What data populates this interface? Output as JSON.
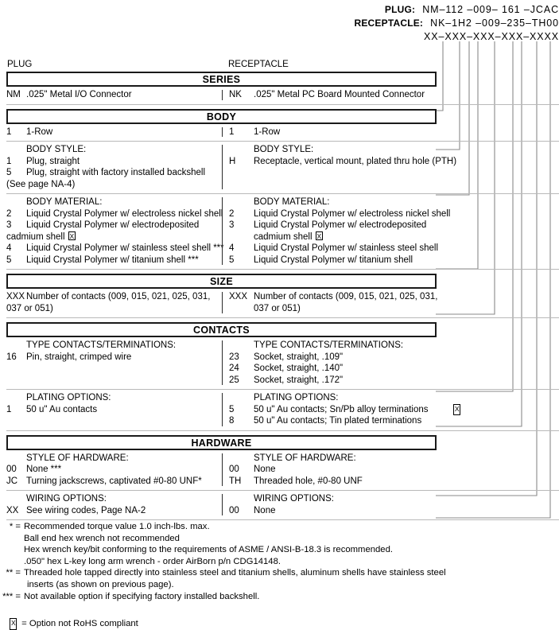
{
  "header": {
    "plug_label": "PLUG:",
    "plug_value": "NM–112 –009– 161 –JCAC",
    "receptacle_label": "RECEPTACLE:",
    "receptacle_value": "NK–1H2 –009–235–TH00",
    "template_value": "XX–XXX–XXX–XXX–XXXX"
  },
  "columns": {
    "plug": "PLUG",
    "receptacle": "RECEPTACLE"
  },
  "sections": {
    "series": {
      "title": "SERIES",
      "plug": {
        "code": "NM",
        "desc": ".025\" Metal I/O Connector"
      },
      "receptacle": {
        "code": "NK",
        "desc": ".025\" Metal PC Board Mounted Connector"
      }
    },
    "body": {
      "title": "BODY",
      "rows": {
        "code": "1",
        "plug_desc": "1-Row",
        "rcode": "1",
        "receptacle_desc": "1-Row"
      },
      "style": {
        "title": "BODY STYLE:",
        "plug_options": [
          {
            "code": "1",
            "desc": "Plug, straight"
          },
          {
            "code": "5",
            "desc": "Plug, straight with factory installed backshell"
          }
        ],
        "plug_continued": "(See page NA-4)",
        "receptacle_options": [
          {
            "code": "H",
            "desc": "Receptacle, vertical mount, plated thru hole (PTH)"
          }
        ]
      },
      "material": {
        "title": "BODY MATERIAL:",
        "plug_options": [
          {
            "code": "2",
            "desc": "Liquid Crystal Polymer w/ electroless nickel shell",
            "rohs": false
          },
          {
            "code": "3",
            "desc": "Liquid Crystal Polymer w/ electrodeposited",
            "cont": "cadmium shell",
            "rohs": true
          },
          {
            "code": "4",
            "desc": "Liquid Crystal Polymer w/ stainless steel shell ***",
            "rohs": false
          },
          {
            "code": "5",
            "desc": "Liquid Crystal Polymer w/ titanium shell ***",
            "rohs": false
          }
        ],
        "receptacle_options": [
          {
            "code": "2",
            "desc": "Liquid Crystal Polymer w/ electroless nickel shell",
            "rohs": false
          },
          {
            "code": "3",
            "desc": "Liquid Crystal Polymer w/ electrodeposited",
            "cont": "cadmium shell",
            "rohs": true
          },
          {
            "code": "4",
            "desc": "Liquid Crystal Polymer w/ stainless steel shell",
            "rohs": false
          },
          {
            "code": "5",
            "desc": "Liquid Crystal Polymer w/ titanium shell",
            "rohs": false
          }
        ]
      }
    },
    "size": {
      "title": "SIZE",
      "plug": {
        "code": "XXX",
        "desc": "Number of contacts (009, 015, 021, 025, 031,",
        "cont": "037 or 051)"
      },
      "receptacle": {
        "code": "XXX",
        "desc": "Number of contacts (009, 015, 021, 025, 031,",
        "cont": "037 or 051)"
      }
    },
    "contacts": {
      "title": "CONTACTS",
      "type": {
        "title": "TYPE CONTACTS/TERMINATIONS:",
        "plug_options": [
          {
            "code": "16",
            "desc": "Pin, straight, crimped wire"
          }
        ],
        "receptacle_options": [
          {
            "code": "23",
            "desc": "Socket, straight, .109\""
          },
          {
            "code": "24",
            "desc": "Socket, straight, .140\""
          },
          {
            "code": "25",
            "desc": "Socket, straight, .172\""
          }
        ]
      },
      "plating": {
        "title": "PLATING OPTIONS:",
        "plug_options": [
          {
            "code": "1",
            "desc": "50 u\" Au contacts",
            "rohs": false
          }
        ],
        "receptacle_options": [
          {
            "code": "5",
            "desc": "50 u\" Au contacts; Sn/Pb alloy terminations",
            "rohs": true
          },
          {
            "code": "8",
            "desc": "50 u\" Au contacts; Tin plated terminations",
            "rohs": false
          }
        ]
      }
    },
    "hardware": {
      "title": "HARDWARE",
      "style": {
        "title": "STYLE OF HARDWARE:",
        "plug_options": [
          {
            "code": "00",
            "desc": "None  ***"
          },
          {
            "code": "JC",
            "desc": "Turning jackscrews, captivated #0-80 UNF*"
          }
        ],
        "receptacle_options": [
          {
            "code": "00",
            "desc": "None"
          },
          {
            "code": "TH",
            "desc": "Threaded hole, #0-80 UNF"
          }
        ]
      },
      "wiring": {
        "title": "WIRING OPTIONS:",
        "plug_options": [
          {
            "code": "XX",
            "desc": "See wiring codes, Page NA-2"
          }
        ],
        "receptacle_options": [
          {
            "code": "00",
            "desc": "None"
          }
        ]
      }
    }
  },
  "footnotes": [
    {
      "marker": "* =",
      "lines": [
        "Recommended torque value 1.0 inch-lbs. max.",
        "Ball end hex wrench not recommended",
        "Hex wrench key/bit conforming to the requirements of ASME / ANSI-B-18.3 is recommended.",
        ".050\" hex L-key long arm wrench - order AirBorn p/n CDG14148."
      ]
    },
    {
      "marker": "** =",
      "lines": [
        "Threaded hole tapped directly into stainless steel and titanium shells, aluminum shells have stainless steel",
        "inserts (as shown on previous page)."
      ]
    },
    {
      "marker": "*** =",
      "lines": [
        "Not available option if specifying factory installed backshell."
      ]
    }
  ],
  "rohs_note": {
    "symbol": "X",
    "text": "= Option not RoHS compliant"
  }
}
